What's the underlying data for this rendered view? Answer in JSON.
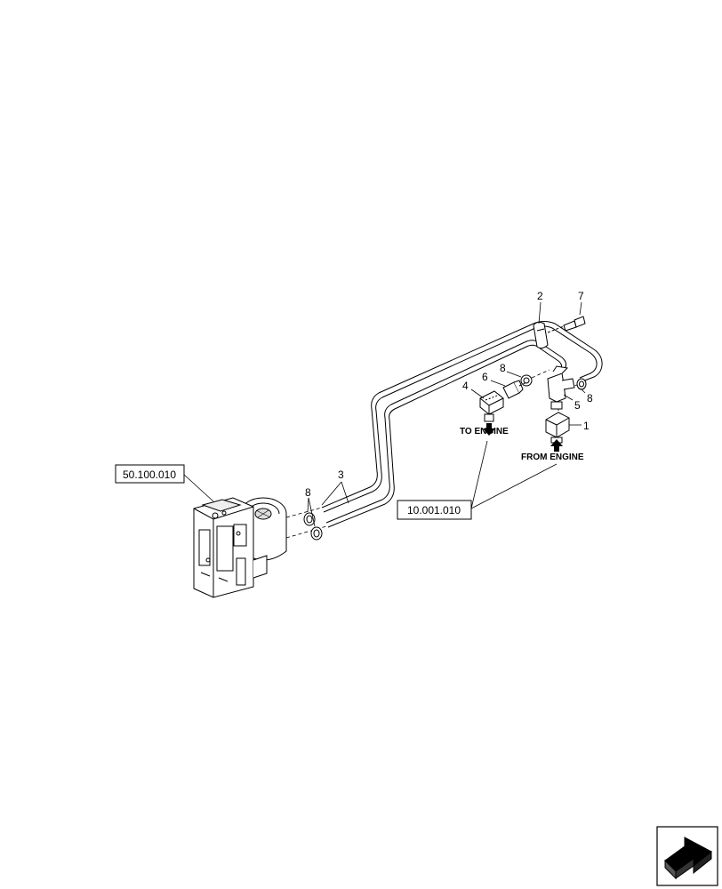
{
  "callouts": {
    "c1": "1",
    "c2": "2",
    "c3": "3",
    "c4": "4",
    "c5": "5",
    "c6": "6",
    "c7": "7",
    "c8a": "8",
    "c8b": "8",
    "c8c": "8"
  },
  "references": {
    "heater": "50.100.010",
    "engine": "10.001.010"
  },
  "flow_labels": {
    "to_engine": "TO ENGINE",
    "from_engine": "FROM ENGINE"
  },
  "icons": {
    "nav": "next-page-arrow-icon"
  }
}
